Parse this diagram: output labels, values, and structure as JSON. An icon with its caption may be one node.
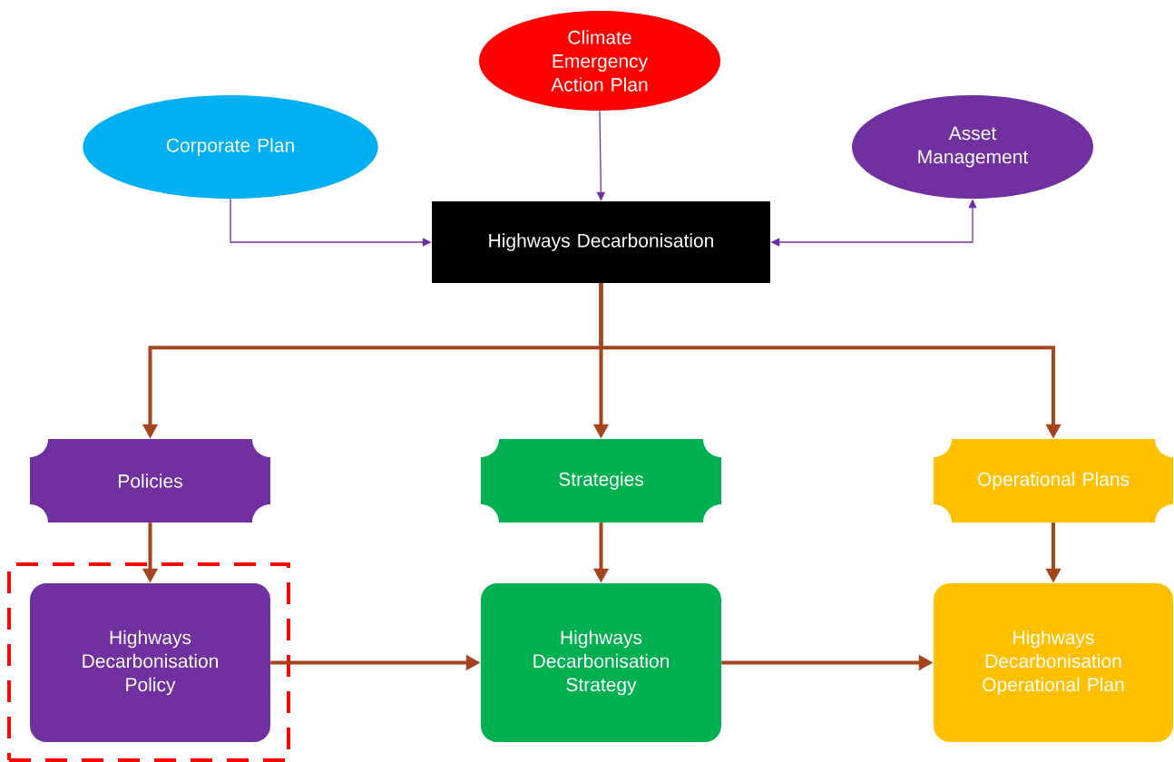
{
  "diagram": {
    "nodes": [
      {
        "text": [
          "Climate Emergency Action Plan"
        ]
      },
      {
        "text": [
          "Corporate Plan"
        ]
      },
      {
        "text": [
          "Asset Management"
        ]
      },
      {
        "text": [
          "Highways Decarbonisation"
        ]
      },
      {
        "text": [
          "Policies"
        ]
      },
      {
        "text": [
          "Strategies"
        ]
      },
      {
        "text": [
          "Operational Plans"
        ]
      },
      {
        "text": [],
        "shape": "box"
      },
      {
        "text": [
          "Highways Decarbonisation Policy"
        ],
        "in": 7
      },
      {
        "text": [
          "Highways Decarbonisation Strategy"
        ]
      },
      {
        "text": [
          "Highways Decarbonisation Operational Plan"
        ]
      }
    ],
    "edges": [
      {
        "from": 0,
        "to": 3,
        "arrow": "to",
        "color": "#7030a0"
      },
      {
        "from": 1,
        "to": 3,
        "arrow": "to",
        "color": "#7030a0"
      },
      {
        "from": 3,
        "to": 2,
        "arrow": "both",
        "color": "#7030a0"
      },
      {
        "from": 3,
        "to": 4,
        "arrow": "to"
      },
      {
        "from": 3,
        "to": 5,
        "arrow": "to"
      },
      {
        "from": 3,
        "to": 6,
        "arrow": "to"
      },
      {
        "from": 4,
        "to": 8,
        "arrow": "to"
      },
      {
        "from": 5,
        "to": 9,
        "arrow": "to"
      },
      {
        "from": 6,
        "to": 10,
        "arrow": "to"
      },
      {
        "from": 8,
        "to": 9,
        "arrow": "to"
      },
      {
        "from": 9,
        "to": 10,
        "arrow": "to"
      }
    ]
  }
}
